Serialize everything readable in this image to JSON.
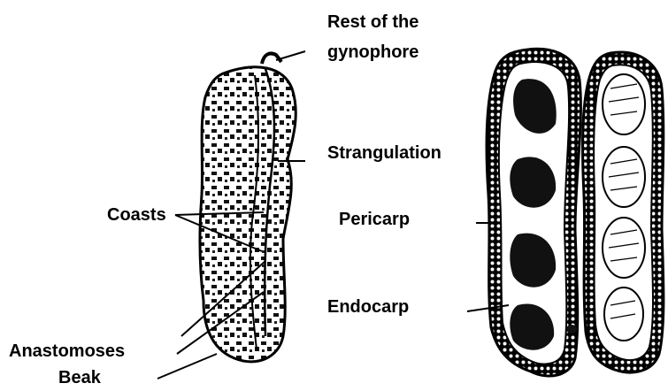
{
  "labels": {
    "rest_of_gynophore": "Rest of the gynophore",
    "rest_line1": "Rest of the",
    "rest_line2": "gynophore",
    "strangulation": "Strangulation",
    "coasts": "Coasts",
    "pericarp": "Pericarp",
    "endocarp": "Endocarp",
    "anastomoses": "Anastomoses",
    "beak": "Beak"
  },
  "colors": {
    "ink": "#000000",
    "shell": "#ffffff"
  }
}
